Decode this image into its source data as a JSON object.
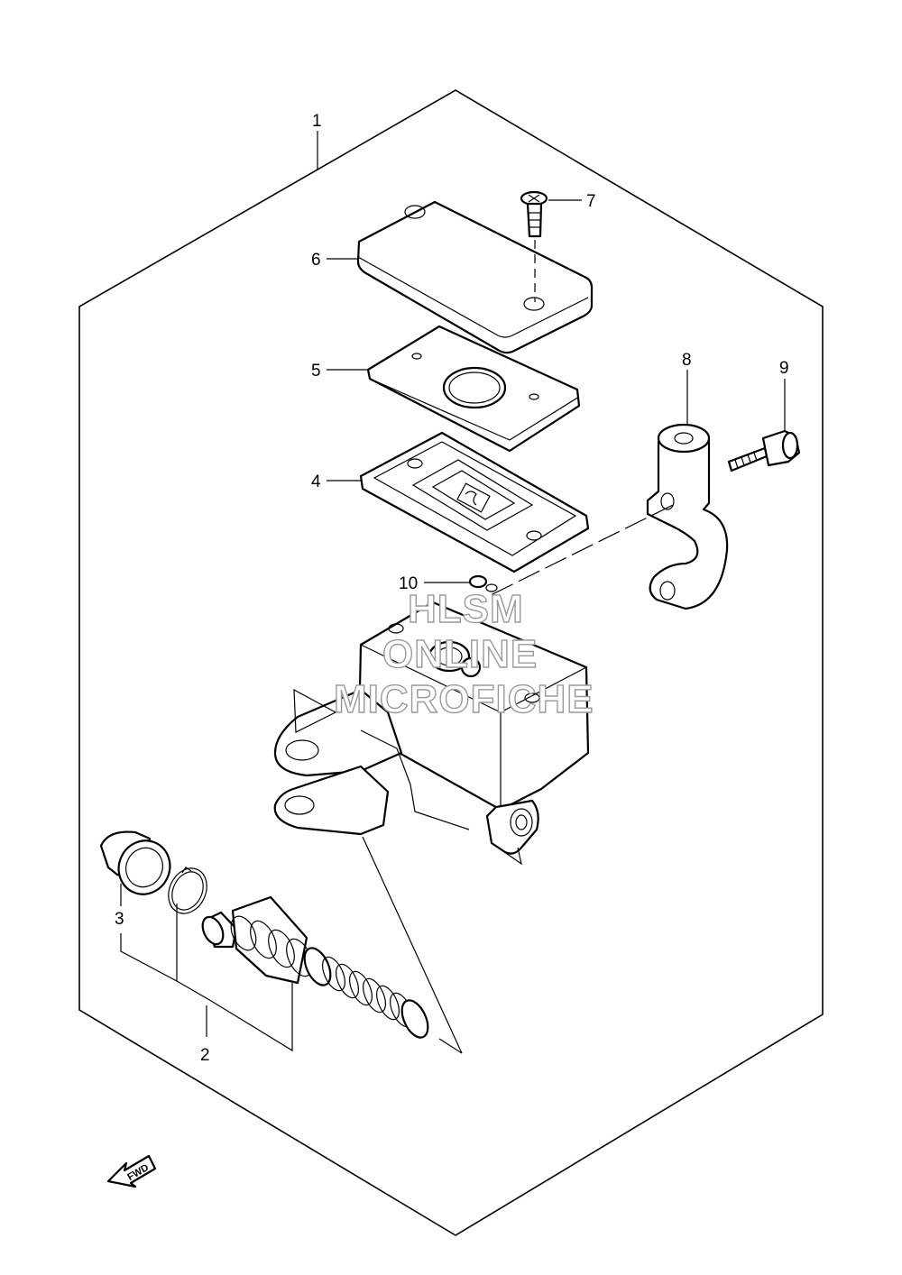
{
  "diagram": {
    "callouts": {
      "c1": "1",
      "c2": "2",
      "c3": "3",
      "c4": "4",
      "c5": "5",
      "c6": "6",
      "c7": "7",
      "c8": "8",
      "c9": "9",
      "c10": "10"
    },
    "fwd_label": "FWD",
    "watermark": {
      "line1": "HLSM",
      "line2": "ONLINE",
      "line3": "MICROFICHE"
    },
    "line_color": "#000000",
    "watermark_color": "#9a9a9a"
  }
}
